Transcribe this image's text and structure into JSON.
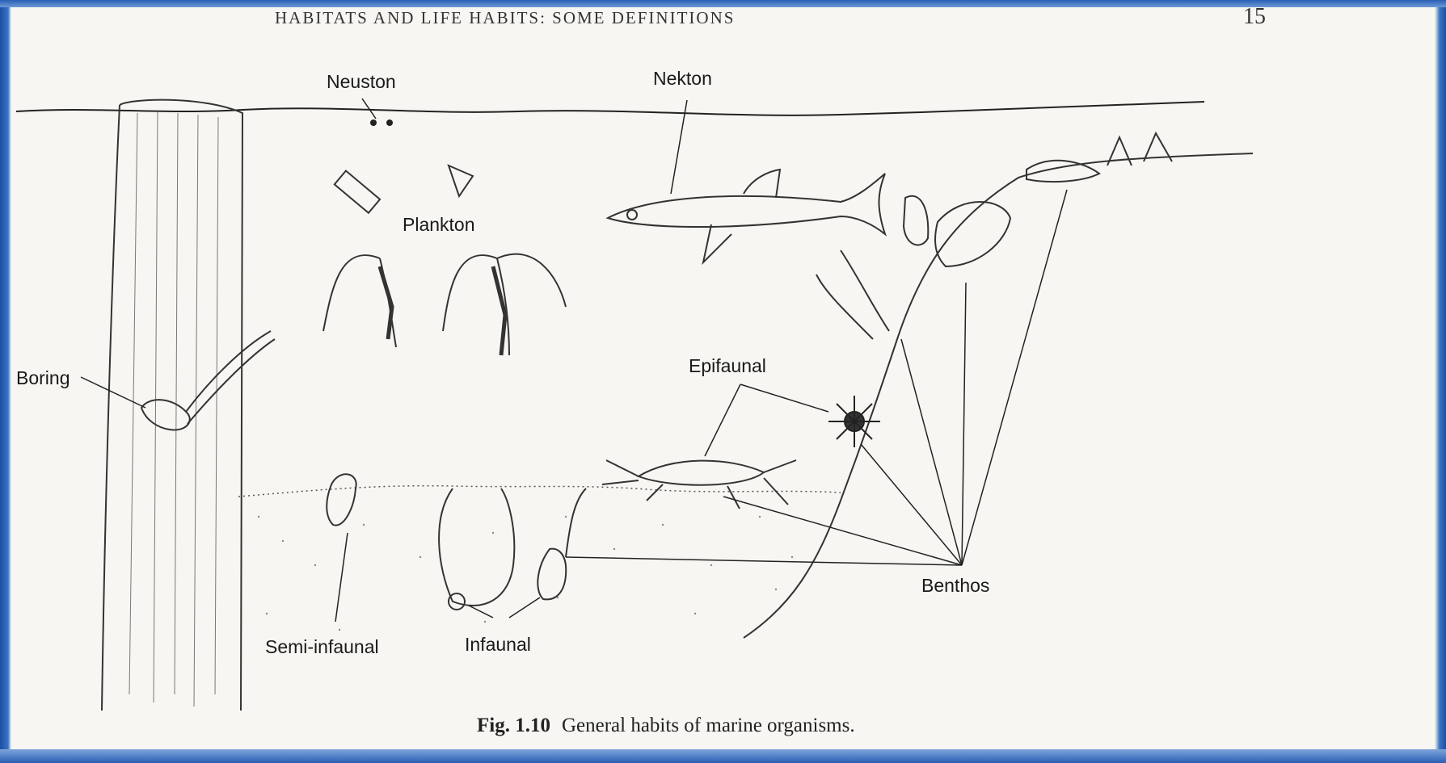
{
  "header": {
    "running_title": "HABITATS AND LIFE HABITS: SOME DEFINITIONS",
    "page_number": "15"
  },
  "labels": {
    "neuston": "Neuston",
    "nekton": "Nekton",
    "plankton": "Plankton",
    "boring": "Boring",
    "epifaunal": "Epifaunal",
    "benthos": "Benthos",
    "semi_infaunal": "Semi-infaunal",
    "infaunal": "Infaunal"
  },
  "caption": {
    "number": "Fig. 1.10",
    "text": "General habits of marine organisms."
  }
}
